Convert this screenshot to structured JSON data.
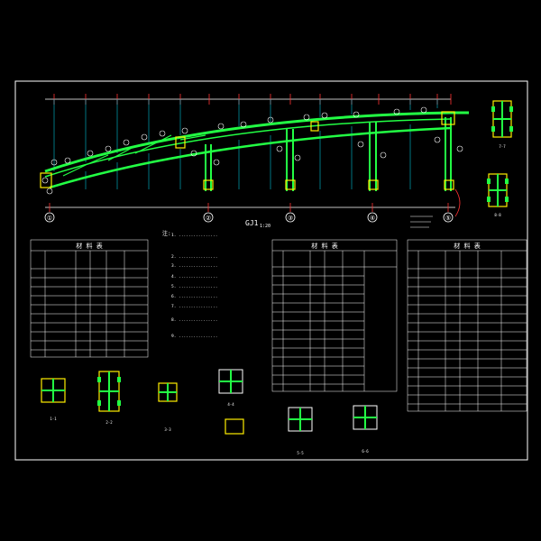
{
  "drawing": {
    "truss_title": "GJ1",
    "truss_scale": "1:20",
    "axis_labels": [
      "①",
      "②",
      "③",
      "④",
      "⑤"
    ],
    "table_left_title": "材 料 表",
    "table_mid_title": "材 料 表",
    "table_right_title": "材 料 表",
    "notes_title": "注:",
    "notes": [
      "1. ................",
      "2. ................",
      "3. ................",
      "4. ................",
      "5. ................",
      "6. ................",
      "7. ................",
      "8. ................",
      "9. ................"
    ],
    "section_marks": [
      "1-1",
      "2-2",
      "3-3",
      "4-4",
      "5-5",
      "6-6",
      "7-7",
      "8-8"
    ]
  },
  "colors": {
    "background": "#000000",
    "frame": "#ffffff",
    "member": "#22ff44",
    "plate": "#ffee00",
    "dimension": "#ff3333",
    "text": "#ffffff",
    "leader": "#00e5ff",
    "table_line": "#ffffff"
  }
}
